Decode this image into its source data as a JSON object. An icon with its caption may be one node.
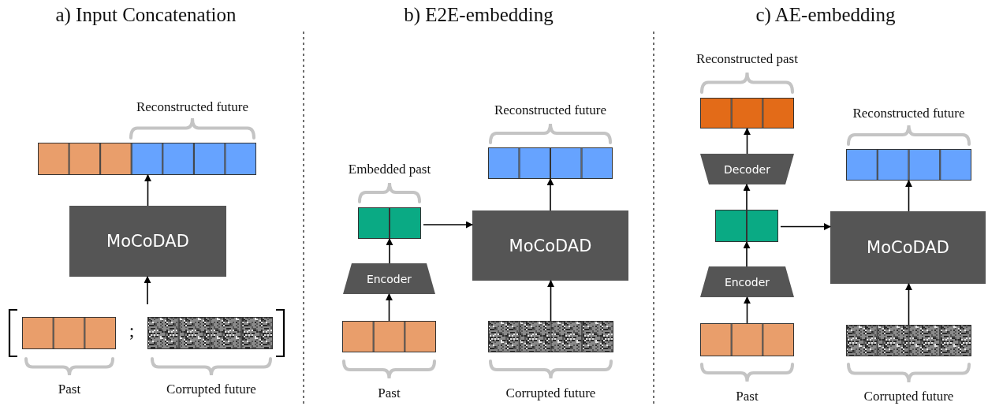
{
  "diagram": {
    "nodes": [
      {
        "text": [],
        "shape": "bar",
        "beside": [
          "Reconstructed future"
        ]
      },
      {
        "text": [
          "MoCoDAD"
        ]
      },
      {
        "text": [],
        "shape": "bar",
        "beside": [
          "Past"
        ]
      },
      {
        "text": [],
        "shape": "bar",
        "beside": [
          "Corrupted future"
        ]
      },
      {
        "text": [],
        "shape": "bar",
        "beside": [
          "Embedded past"
        ]
      },
      {
        "text": [
          "Encoder"
        ]
      },
      {
        "text": [],
        "shape": "bar",
        "beside": [
          "Past"
        ]
      },
      {
        "text": [
          "MoCoDAD"
        ]
      },
      {
        "text": [],
        "shape": "bar",
        "beside": [
          "Reconstructed future"
        ]
      },
      {
        "text": [],
        "shape": "bar",
        "beside": [
          "Corrupted future"
        ]
      },
      {
        "text": [],
        "shape": "bar",
        "beside": [
          "Reconstructed past"
        ]
      },
      {
        "text": [
          "Decoder"
        ]
      },
      {
        "text": [],
        "shape": "bar"
      },
      {
        "text": [
          "Encoder"
        ]
      },
      {
        "text": [],
        "shape": "bar",
        "beside": [
          "Past"
        ]
      },
      {
        "text": [
          "MoCoDAD"
        ]
      },
      {
        "text": [],
        "shape": "bar",
        "beside": [
          "Reconstructed future"
        ]
      },
      {
        "text": [],
        "shape": "bar",
        "beside": [
          "Corrupted future"
        ]
      }
    ],
    "edges": [
      {
        "from": 1,
        "to": 0,
        "arrow": "to"
      },
      {
        "from": null,
        "to": 1,
        "arrow": "to"
      },
      {
        "from": 6,
        "to": 5,
        "arrow": "to"
      },
      {
        "from": 5,
        "to": 4,
        "arrow": "to"
      },
      {
        "from": 4,
        "to": 7,
        "arrow": "to"
      },
      {
        "from": 7,
        "to": 8,
        "arrow": "to"
      },
      {
        "from": 9,
        "to": 7,
        "arrow": "to"
      },
      {
        "from": 14,
        "to": 13,
        "arrow": "to"
      },
      {
        "from": 13,
        "to": 12,
        "arrow": "to"
      },
      {
        "from": 12,
        "to": 11,
        "arrow": "to"
      },
      {
        "from": 11,
        "to": 10,
        "arrow": "to"
      },
      {
        "from": 12,
        "to": 15,
        "arrow": "to"
      },
      {
        "from": 17,
        "to": 15,
        "arrow": "to"
      },
      {
        "from": 15,
        "to": 16,
        "arrow": "to"
      }
    ],
    "labels": [
      "a) Input Concatenation",
      "b) E2E-embedding",
      "c) AE-embedding",
      ";"
    ]
  }
}
